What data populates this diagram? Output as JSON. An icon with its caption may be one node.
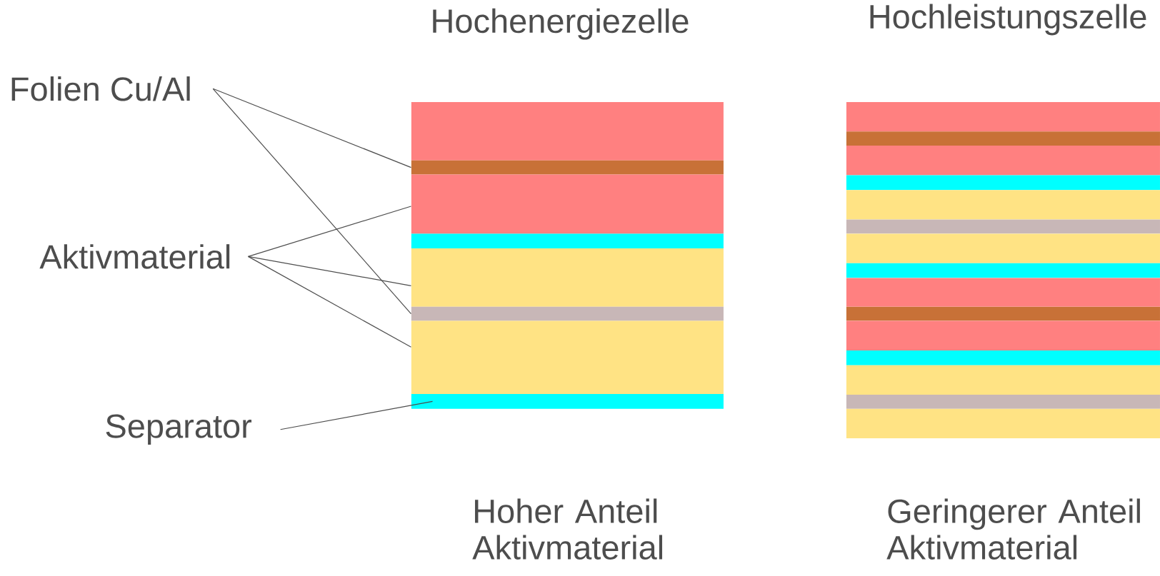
{
  "diagram": {
    "nodes": [
      {
        "text": [
          "Folien Cu/Al"
        ]
      },
      {
        "text": [
          "Aktivmaterial"
        ]
      },
      {
        "text": [
          "Separator"
        ]
      },
      {
        "text": [],
        "shape": "bar"
      },
      {
        "text": [],
        "shape": "bar"
      },
      {
        "text": [],
        "shape": "bar"
      },
      {
        "text": [],
        "shape": "bar"
      },
      {
        "text": [],
        "shape": "bar"
      },
      {
        "text": [],
        "shape": "bar"
      }
    ],
    "edges": [
      {
        "from": 0,
        "to": 3,
        "arrow": "none"
      },
      {
        "from": 0,
        "to": 6,
        "arrow": "none"
      },
      {
        "from": 1,
        "to": 4,
        "arrow": "none"
      },
      {
        "from": 1,
        "to": 5,
        "arrow": "none"
      },
      {
        "from": 1,
        "to": 7,
        "arrow": "none"
      },
      {
        "from": 2,
        "to": 8,
        "arrow": "none"
      }
    ],
    "labels": [
      "Hochenergiezelle",
      "Hochleistungszelle",
      "Hoher Anteil Aktivmaterial",
      "Geringerer Anteil Aktivmaterial"
    ]
  }
}
